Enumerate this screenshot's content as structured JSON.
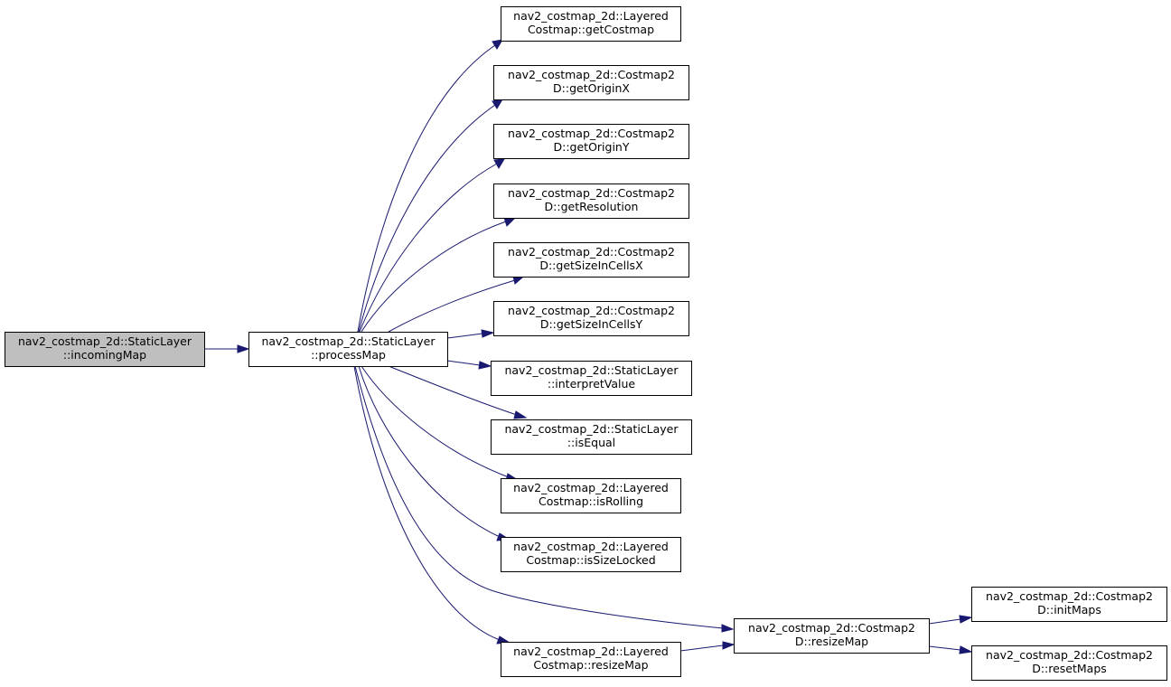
{
  "colors": {
    "node_fill": "#ffffff",
    "node_fill_highlight": "#bfbfbf",
    "node_stroke": "#000000",
    "edge": "#191970"
  },
  "nodes": [
    {
      "id": "incomingMap",
      "lines": [
        "nav2_costmap_2d::StaticLayer",
        "::incomingMap"
      ],
      "highlight": true
    },
    {
      "id": "processMap",
      "lines": [
        "nav2_costmap_2d::StaticLayer",
        "::processMap"
      ]
    },
    {
      "id": "lc_getCostmap",
      "lines": [
        "nav2_costmap_2d::Layered",
        "Costmap::getCostmap"
      ]
    },
    {
      "id": "c2_getOriginX",
      "lines": [
        "nav2_costmap_2d::Costmap2",
        "D::getOriginX"
      ]
    },
    {
      "id": "c2_getOriginY",
      "lines": [
        "nav2_costmap_2d::Costmap2",
        "D::getOriginY"
      ]
    },
    {
      "id": "c2_getResolution",
      "lines": [
        "nav2_costmap_2d::Costmap2",
        "D::getResolution"
      ]
    },
    {
      "id": "c2_getSizeInCellsX",
      "lines": [
        "nav2_costmap_2d::Costmap2",
        "D::getSizeInCellsX"
      ]
    },
    {
      "id": "c2_getSizeInCellsY",
      "lines": [
        "nav2_costmap_2d::Costmap2",
        "D::getSizeInCellsY"
      ]
    },
    {
      "id": "sl_interpretValue",
      "lines": [
        "nav2_costmap_2d::StaticLayer",
        "::interpretValue"
      ]
    },
    {
      "id": "sl_isEqual",
      "lines": [
        "nav2_costmap_2d::StaticLayer",
        "::isEqual"
      ]
    },
    {
      "id": "lc_isRolling",
      "lines": [
        "nav2_costmap_2d::Layered",
        "Costmap::isRolling"
      ]
    },
    {
      "id": "lc_isSizeLocked",
      "lines": [
        "nav2_costmap_2d::Layered",
        "Costmap::isSizeLocked"
      ]
    },
    {
      "id": "c2_resizeMap",
      "lines": [
        "nav2_costmap_2d::Costmap2",
        "D::resizeMap"
      ]
    },
    {
      "id": "lc_resizeMap",
      "lines": [
        "nav2_costmap_2d::Layered",
        "Costmap::resizeMap"
      ]
    },
    {
      "id": "c2_initMaps",
      "lines": [
        "nav2_costmap_2d::Costmap2",
        "D::initMaps"
      ]
    },
    {
      "id": "c2_resetMaps",
      "lines": [
        "nav2_costmap_2d::Costmap2",
        "D::resetMaps"
      ]
    }
  ],
  "edges": [
    {
      "from": "incomingMap",
      "to": "processMap"
    },
    {
      "from": "processMap",
      "to": "lc_getCostmap"
    },
    {
      "from": "processMap",
      "to": "c2_getOriginX"
    },
    {
      "from": "processMap",
      "to": "c2_getOriginY"
    },
    {
      "from": "processMap",
      "to": "c2_getResolution"
    },
    {
      "from": "processMap",
      "to": "c2_getSizeInCellsX"
    },
    {
      "from": "processMap",
      "to": "c2_getSizeInCellsY"
    },
    {
      "from": "processMap",
      "to": "sl_interpretValue"
    },
    {
      "from": "processMap",
      "to": "sl_isEqual"
    },
    {
      "from": "processMap",
      "to": "lc_isRolling"
    },
    {
      "from": "processMap",
      "to": "lc_isSizeLocked"
    },
    {
      "from": "processMap",
      "to": "c2_resizeMap"
    },
    {
      "from": "processMap",
      "to": "lc_resizeMap"
    },
    {
      "from": "lc_resizeMap",
      "to": "c2_resizeMap"
    },
    {
      "from": "c2_resizeMap",
      "to": "c2_initMaps"
    },
    {
      "from": "c2_resizeMap",
      "to": "c2_resetMaps"
    }
  ]
}
